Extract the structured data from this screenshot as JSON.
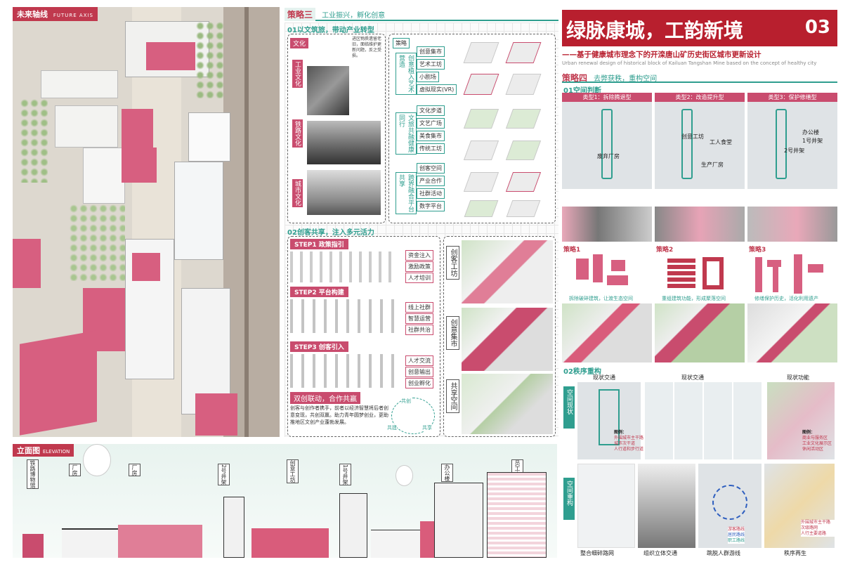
{
  "left": {
    "title_cn": "未来轴线",
    "title_en": "FUTURE AXIS"
  },
  "elevation": {
    "title_cn": "立面图",
    "title_en": "ELEVATION",
    "labels": [
      "铁路博物馆",
      "厂房",
      "厂房",
      "2号井架",
      "创意工坊",
      "1号井架",
      "办公楼",
      "员工宿舍"
    ]
  },
  "strategy3": {
    "title": "策略三",
    "subtitle": "工业振兴，孵化创意",
    "section1": "01以文筑旅，带动产业转型",
    "culture_label": "文化",
    "culture_items": [
      "工业文化",
      "铁路文化",
      "城市文化"
    ],
    "photo_caption": "进区物质遗留老旧，面临维护更新问题，反之受损。",
    "strategy_label": "策略",
    "groups": [
      {
        "name": "创意植入艺术营造",
        "items": [
          "创意集市",
          "艺术工坊",
          "小剧场",
          "虚拟现实(VR)"
        ]
      },
      {
        "name": "文旅共融健康同行",
        "items": [
          "文化步道",
          "文艺广场",
          "美食集市",
          "传统工坊"
        ]
      },
      {
        "name": "跨界融合平台共享",
        "items": [
          "创客空间",
          "产业合作",
          "社群活动",
          "数字平台"
        ]
      }
    ],
    "section2": "02创客共享，注入多元活力",
    "steps": [
      {
        "label": "STEP1  政策指引",
        "tags": [
          "资金注入",
          "激励政策",
          "人才培训"
        ]
      },
      {
        "label": "STEP2  平台构建",
        "tags": [
          "线上社群",
          "智慧运营",
          "社群共治"
        ]
      },
      {
        "label": "STEP3  创客引入",
        "tags": [
          "人才交流",
          "创意输出",
          "创业孵化"
        ]
      }
    ],
    "joint_title": "双创联动，合作共赢",
    "joint_text": "创客与创作者携手，前者以经济智慧将后者创意变现，共创双赢。助力青年圆梦创业，更助推地区文创产业蓬勃发展。",
    "cycle": [
      "共创",
      "共建",
      "共享"
    ],
    "side_labels": [
      "创客工坊",
      "创意集市",
      "共享空间"
    ]
  },
  "header": {
    "title": "绿脉康城，工韵新境",
    "number": "03",
    "subtitle_cn": "——基于健康城市理念下的开滦唐山矿历史街区城市更新设计",
    "subtitle_en": "Urban renewal design of historical block of Kailuan Tangshan Mine based on the concept of healthy city"
  },
  "strategy4": {
    "title": "策略四",
    "subtitle": "去弊获秩，重构空间",
    "section1": "01空间判断",
    "types": [
      "类型1：拆除腾退型",
      "类型2：改造提升型",
      "类型3：保护修缮型"
    ],
    "map_tags": [
      "废弃厂房",
      "创意工坊",
      "工人食堂",
      "生产厂房",
      "办公楼",
      "1号井架",
      "2号井架"
    ],
    "plans": [
      {
        "label": "策略1",
        "caption": "拆除破碎建筑，让渡生态空间"
      },
      {
        "label": "策略2",
        "caption": "重组建筑功能，形成聚落空间"
      },
      {
        "label": "策略3",
        "caption": "修缮保护历史，活化利用遗产"
      }
    ],
    "section2": "02秩序重构",
    "row_labels": [
      "空间现状",
      "空间重构"
    ],
    "status_titles": [
      "现状交通",
      "现状交通",
      "现状功能"
    ],
    "legend1": "图例：",
    "legend1_items": [
      "外围城市主干路",
      "城市次干道",
      "人行道和步行道"
    ],
    "legend2": "图例：",
    "legend2_items": [
      "商业与服务区",
      "工业文化展示区",
      "休闲活动区"
    ],
    "legend3_items": [
      "外围城市主干路",
      "次级路网",
      "人行主要道路"
    ],
    "route_labels": [
      "游客路线",
      "居民路线",
      "职工路线"
    ],
    "bottom_captions": [
      "整合细碎路网",
      "组织立体交通",
      "跳脱人群游线",
      "秩序再生"
    ]
  }
}
